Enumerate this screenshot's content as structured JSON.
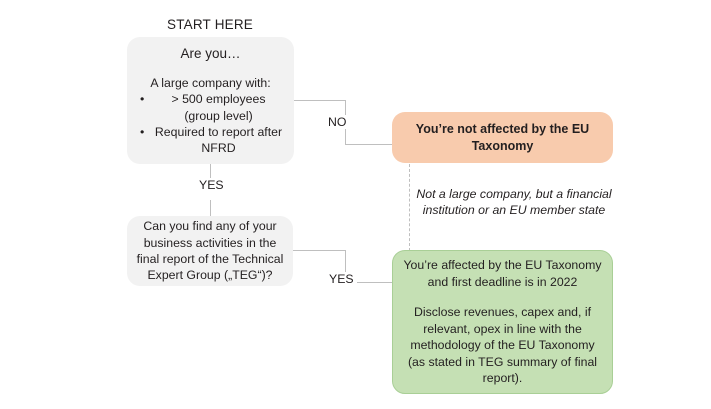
{
  "diagram": {
    "start_label": "START HERE",
    "box_company": {
      "title": "Are you…",
      "lead": "A large company with:",
      "bullets": [
        "> 500 employees (group level)",
        "Required to report after NFRD"
      ]
    },
    "box_teg": {
      "text": "Can you find any of your business activities in the final report of the Technical Expert Group („TEG“)?"
    },
    "box_not_affected": {
      "text": "You’re not affected by the EU Taxonomy"
    },
    "note_not_large": {
      "text": "Not a large company, but a financial institution or an EU member state"
    },
    "box_affected": {
      "paragraph_1": "You’re affected by the EU Taxonomy and first deadline is in 2022",
      "paragraph_2": "Disclose revenues, capex and, if relevant, opex in line with the methodology of the EU Taxonomy (as stated in TEG summary of final report)."
    },
    "edges": {
      "company_no": "NO",
      "company_yes": "YES",
      "teg_yes": "YES"
    },
    "colors": {
      "gray_box": "#f2f2f2",
      "orange_box": "#f8cbad",
      "green_box": "#c5e0b4",
      "green_border": "#a9cf96",
      "connector": "#bfbfbf",
      "text": "#231f20",
      "background": "#ffffff"
    }
  }
}
